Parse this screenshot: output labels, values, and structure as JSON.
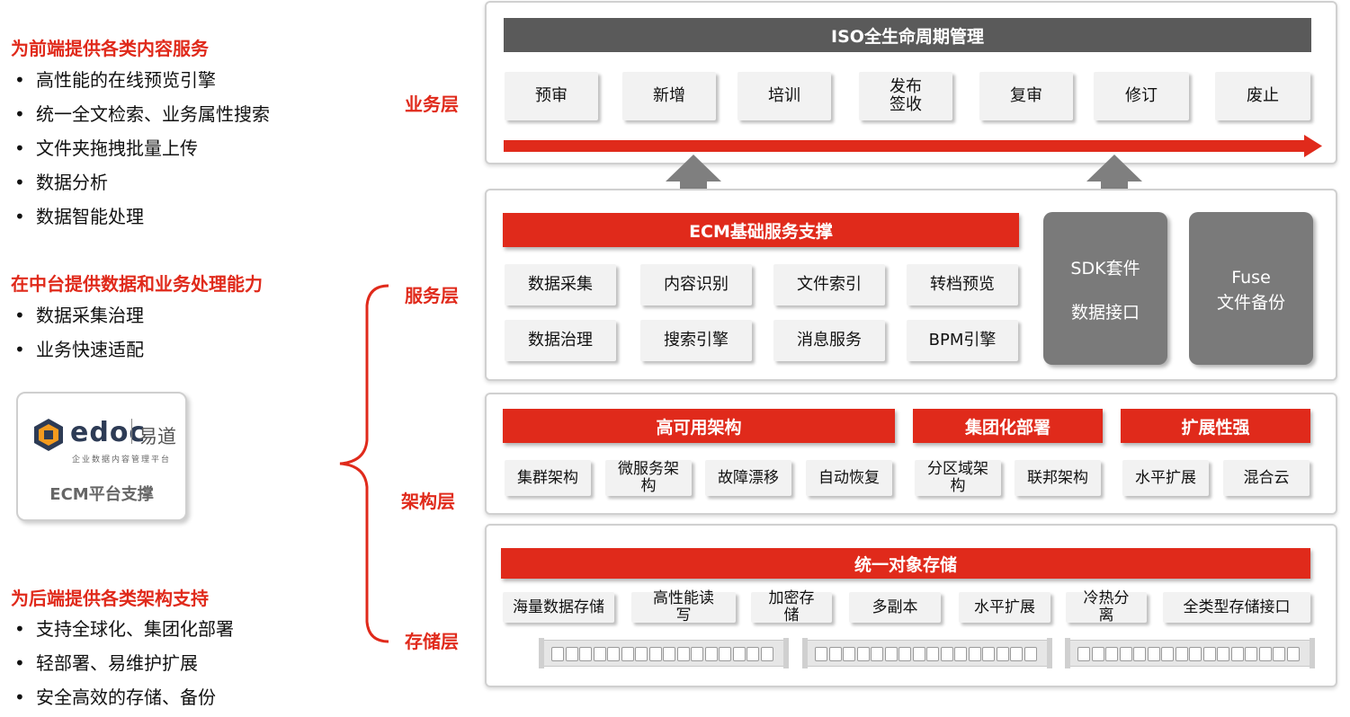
{
  "left": {
    "front": {
      "heading": "为前端提供各类内容服务",
      "items": [
        "高性能的在线预览引擎",
        "统一全文检索、业务属性搜索",
        "文件夹拖拽批量上传",
        "数据分析",
        "数据智能处理"
      ]
    },
    "middle": {
      "heading": "在中台提供数据和业务处理能力",
      "items": [
        "数据采集治理",
        "业务快速适配"
      ]
    },
    "logo": {
      "brand": "edoc",
      "brand_cn": "易道",
      "tagline": "企业数据内容管理平台",
      "caption": "ECM平台支撑"
    },
    "back": {
      "heading": "为后端提供各类架构支持",
      "items": [
        "支持全球化、集团化部署",
        "轻部署、易维护扩展",
        "安全高效的存储、备份"
      ]
    }
  },
  "layers": {
    "business": "业务层",
    "service": "服务层",
    "arch": "架构层",
    "storage": "存储层"
  },
  "business": {
    "title": "ISO全生命周期管理",
    "steps": [
      "预审",
      "新增",
      "培训",
      "发布\n签收",
      "复审",
      "修订",
      "废止"
    ]
  },
  "service": {
    "title": "ECM基础服务支撑",
    "row1": [
      "数据采集",
      "内容识别",
      "文件索引",
      "转档预览"
    ],
    "row2": [
      "数据治理",
      "搜索引擎",
      "消息服务",
      "BPM引擎"
    ],
    "sdk": {
      "line1": "SDK套件",
      "line2": "数据接口"
    },
    "fuse": {
      "line1": "Fuse",
      "line2": "文件备份"
    }
  },
  "arch": {
    "groups": [
      {
        "title": "高可用架构",
        "items": [
          "集群架构",
          "微服务架\n构",
          "故障漂移",
          "自动恢复"
        ]
      },
      {
        "title": "集团化部署",
        "items": [
          "分区域架\n构",
          "联邦架构"
        ]
      },
      {
        "title": "扩展性强",
        "items": [
          "水平扩展",
          "混合云"
        ]
      }
    ]
  },
  "storage": {
    "title": "统一对象存储",
    "items": [
      "海量数据存储",
      "高性能读\n写",
      "加密存\n储",
      "多副本",
      "水平扩展",
      "冷热分\n离",
      "全类型存储接口"
    ]
  },
  "colors": {
    "accent": "#e02a1b",
    "dark_bar": "#5a5a5a",
    "card_gray": "#7a7a7a",
    "box_bg": "#f2f2f2"
  }
}
